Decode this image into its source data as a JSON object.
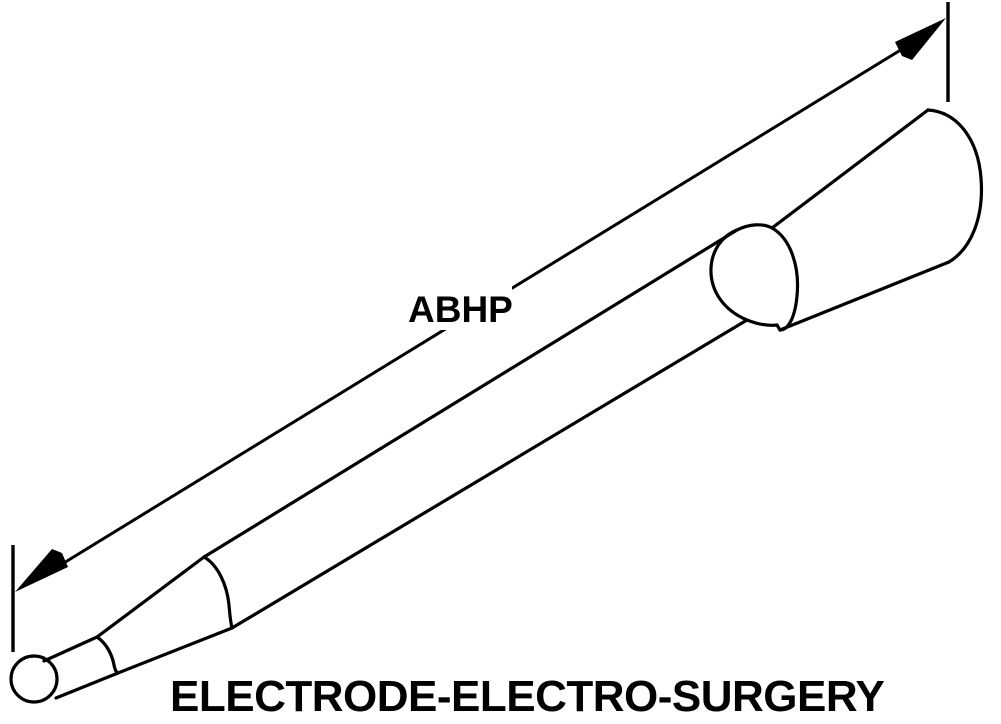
{
  "figure": {
    "caption": "ELECTRODE-ELECTRO-SURGERY",
    "dimension_label": "ABHP",
    "background_color": "#ffffff",
    "line_color": "#000000"
  },
  "annotations": {
    "dimension": {
      "name": "ABHP",
      "label": "ABHP",
      "type": "overall-length-dimension",
      "arrow_start": "lower-left",
      "arrow_end": "upper-right",
      "arrowheads": 2
    },
    "extension_lines": [
      {
        "name": "left-extension-line",
        "orientation": "vertical"
      },
      {
        "name": "right-extension-line",
        "orientation": "vertical"
      }
    ]
  },
  "part": {
    "name": "electro-surgery electrode",
    "orientation": "diagonal, tip lower-left, handle upper-right",
    "components": [
      {
        "name": "ball-tip",
        "shape": "sphere"
      },
      {
        "name": "needle-stem",
        "shape": "small-cylinder"
      },
      {
        "name": "tapered-cone",
        "shape": "truncated-cone"
      },
      {
        "name": "main-shaft",
        "shape": "cylinder"
      },
      {
        "name": "collar-ring",
        "shape": "annular-band"
      },
      {
        "name": "handle-barrel",
        "shape": "cylinder-with-domed-end"
      }
    ]
  }
}
